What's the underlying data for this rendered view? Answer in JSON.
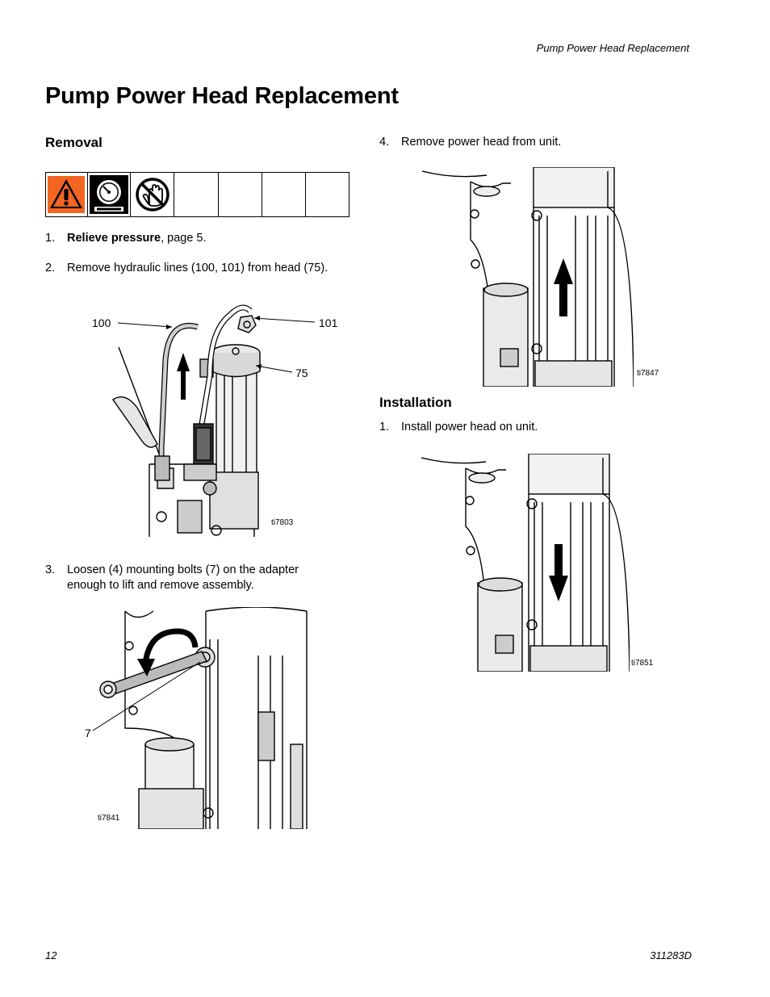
{
  "header": {
    "running_title": "Pump Power Head Replacement"
  },
  "page_title": "Pump Power Head Replacement",
  "removal": {
    "heading": "Removal",
    "warning_icons": [
      "warning-icon",
      "pressure-relief-icon",
      "no-gloves-hand-icon"
    ],
    "step1": {
      "num": "1.",
      "bold": "Relieve pressure",
      "rest": ", page 5."
    },
    "step2": {
      "num": "2.",
      "text": "Remove hydraulic lines (100, 101) from head (75)."
    },
    "fig1": {
      "callout_100": "100",
      "callout_101": "101",
      "callout_75": "75",
      "tag": "ti7803"
    },
    "step3": {
      "num": "3.",
      "line1": "Loosen (4) mounting bolts (7) on the adapter",
      "line2": "enough to lift and remove assembly."
    },
    "fig2": {
      "callout_7": "7",
      "tag": "ti7841"
    }
  },
  "step4": {
    "num": "4.",
    "text": "Remove power head from unit."
  },
  "fig3": {
    "tag": "ti7847"
  },
  "installation": {
    "heading": "Installation",
    "step1": {
      "num": "1.",
      "text": "Install power head on unit."
    },
    "fig4": {
      "tag": "ti7851"
    }
  },
  "footer": {
    "page_number": "12",
    "doc_number": "311283D"
  }
}
